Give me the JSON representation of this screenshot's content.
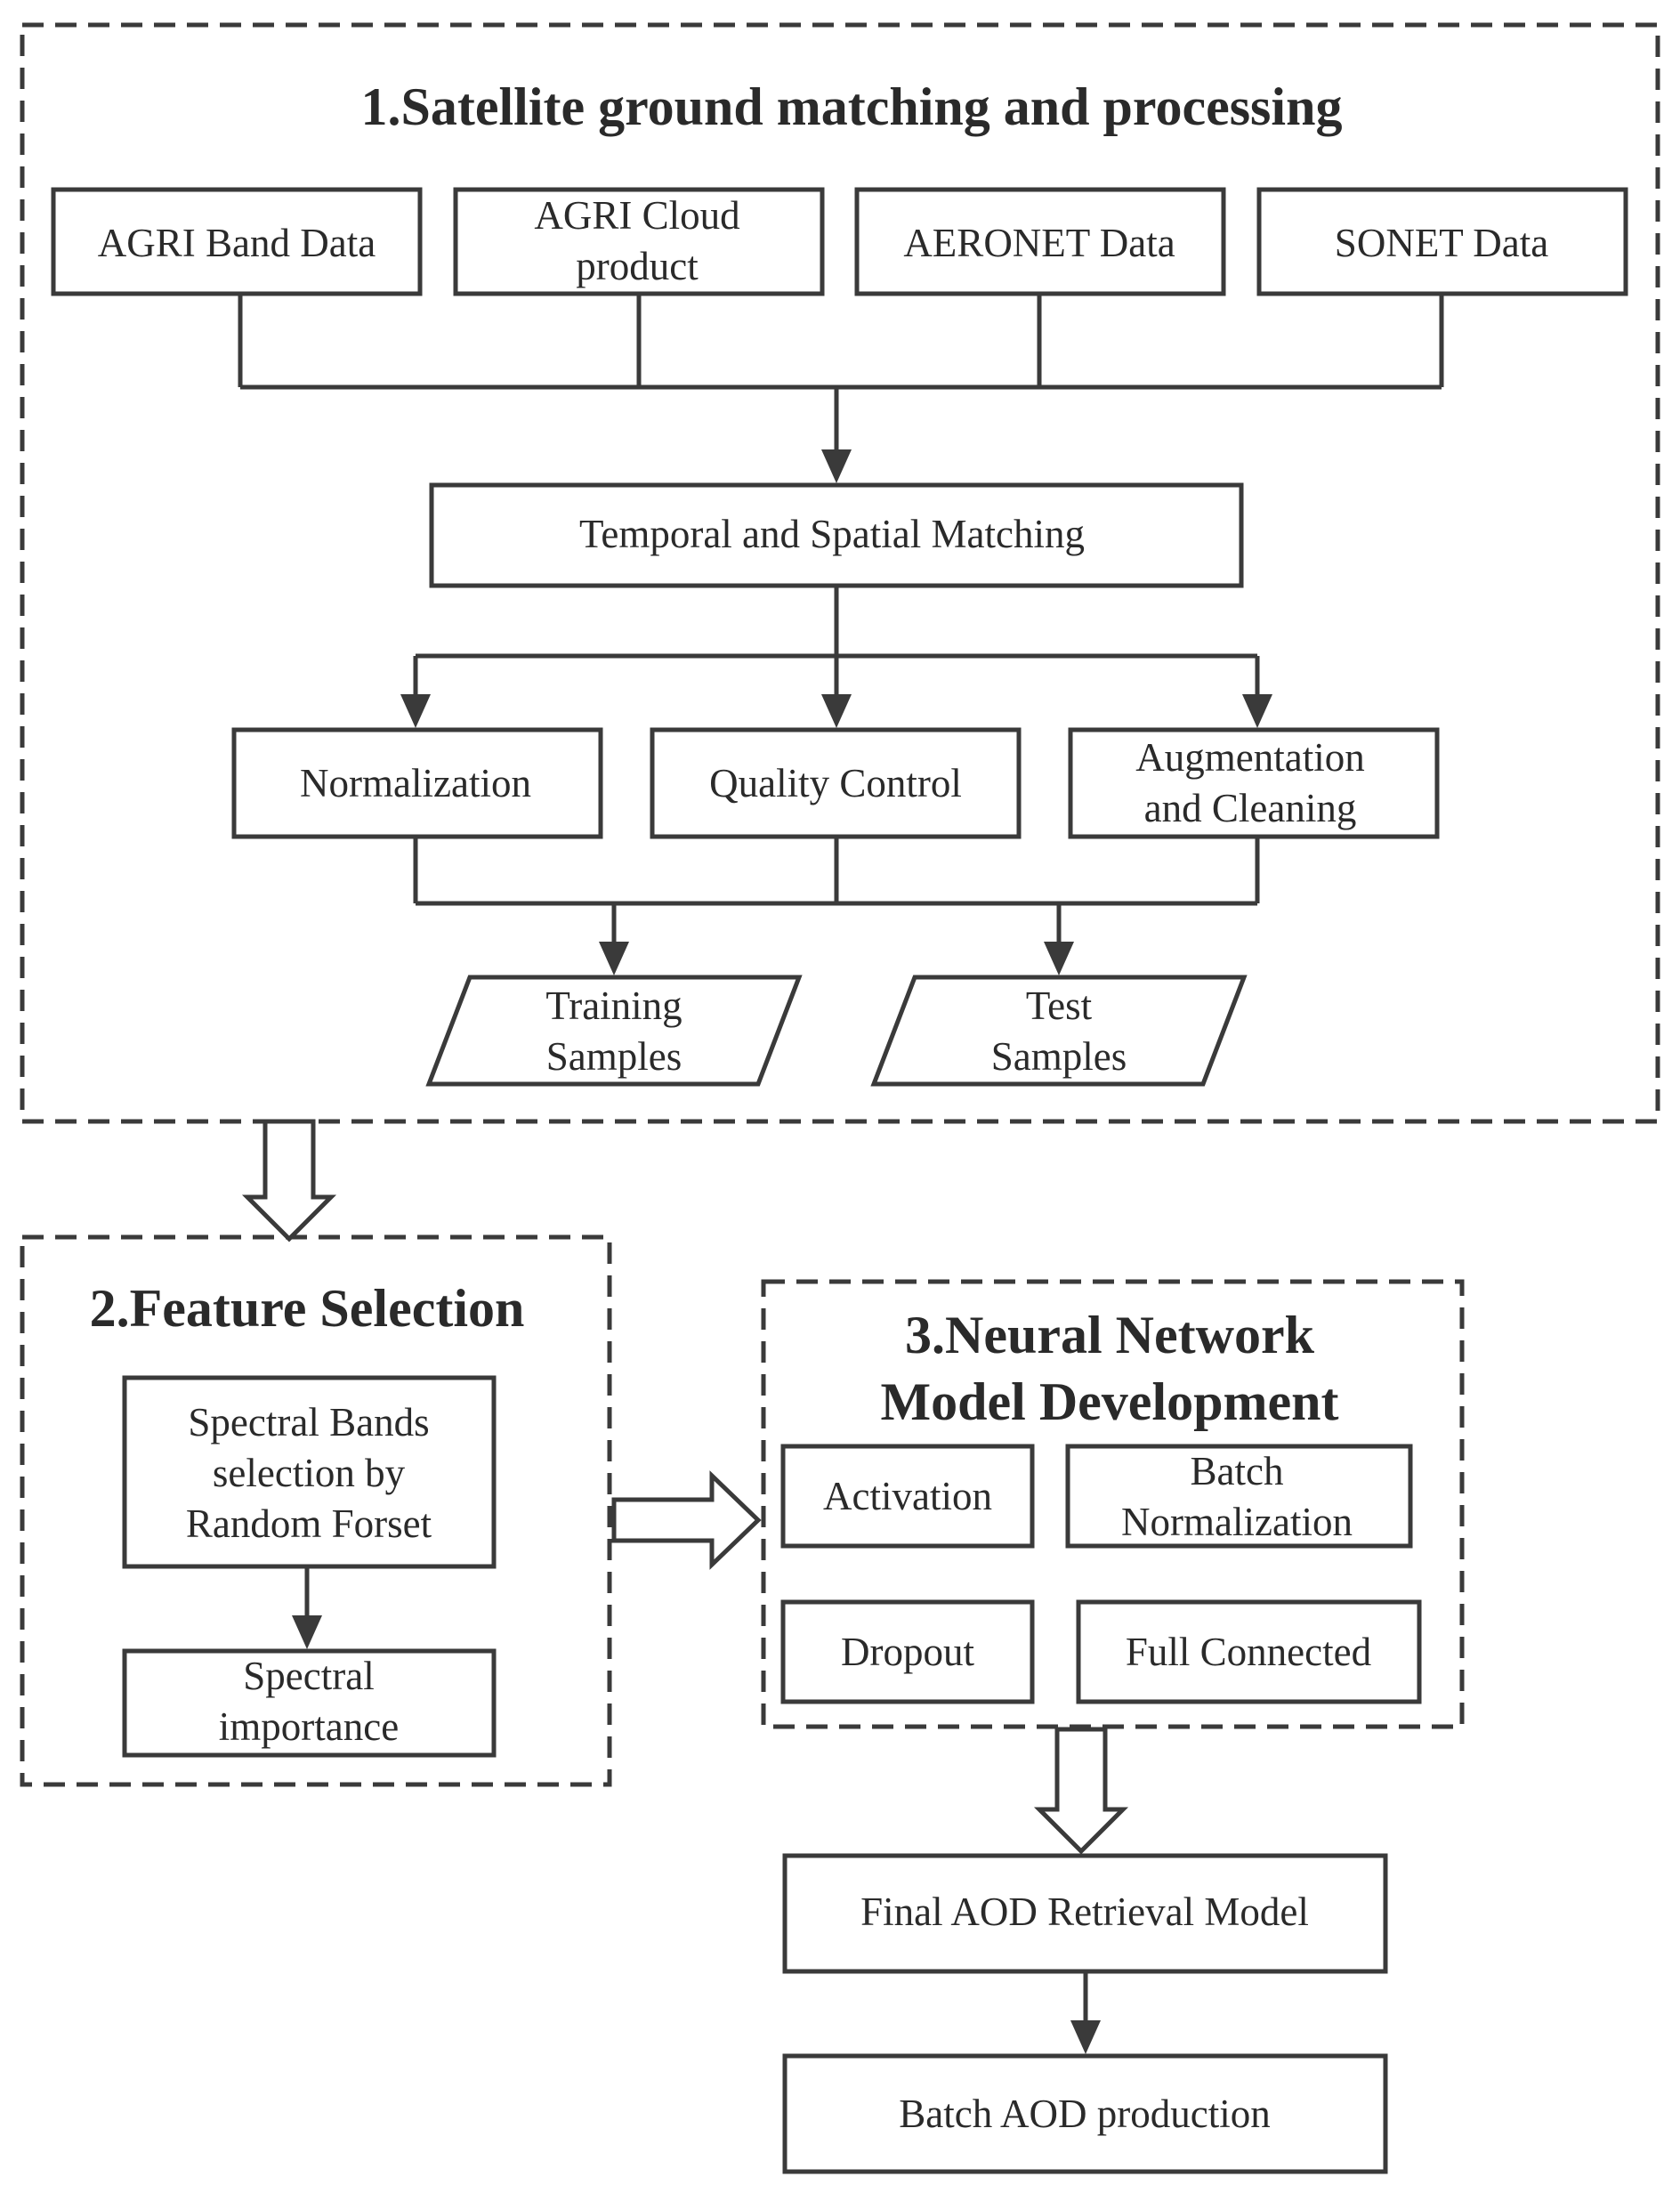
{
  "sections": {
    "s1": {
      "title": "1.Satellite ground matching and processing"
    },
    "s2": {
      "title": "2.Feature Selection"
    },
    "s3": {
      "title_line1": "3.Neural Network",
      "title_line2": "Model Development"
    }
  },
  "inputs": {
    "agri_band": "AGRI Band Data",
    "agri_cloud_line1": "AGRI Cloud",
    "agri_cloud_line2": "product",
    "aeronet": "AERONET Data",
    "sonet": "SONET Data"
  },
  "matching": "Temporal and Spatial Matching",
  "processing": {
    "normalization": "Normalization",
    "quality_control": "Quality Control",
    "augmentation_line1": "Augmentation",
    "augmentation_line2": "and Cleaning"
  },
  "samples": {
    "training_line1": "Training",
    "training_line2": "Samples",
    "test_line1": "Test",
    "test_line2": "Samples"
  },
  "feature": {
    "bands_line1": "Spectral Bands",
    "bands_line2": "selection by",
    "bands_line3": "Random Forset",
    "importance_line1": "Spectral",
    "importance_line2": "importance"
  },
  "network": {
    "activation": "Activation",
    "batch_line1": "Batch",
    "batch_line2": "Normalization",
    "dropout": "Dropout",
    "full_connected": "Full Connected"
  },
  "final_model": "Final AOD Retrieval Model",
  "batch_production": "Batch AOD production"
}
